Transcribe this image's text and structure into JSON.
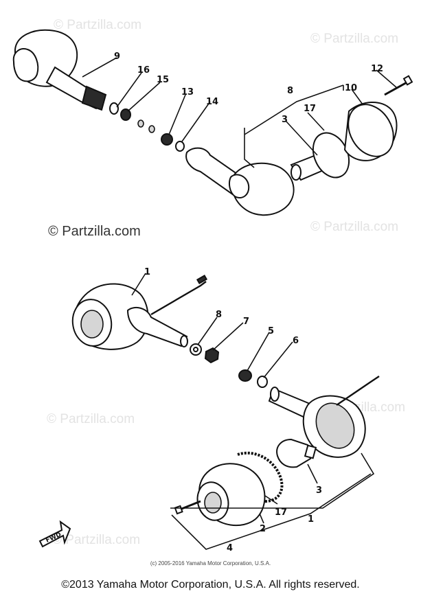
{
  "watermarks": [
    "© Partzilla.com",
    "© Partzilla.com",
    "© Partzilla.com",
    "© Partzilla.com",
    "© Partzilla.com",
    "© Partzilla.com",
    "© Partzilla.com"
  ],
  "callouts": {
    "upper": [
      "9",
      "16",
      "15",
      "13",
      "14",
      "8",
      "17",
      "3",
      "10",
      "12"
    ],
    "lower": [
      "1",
      "8",
      "7",
      "5",
      "6",
      "3",
      "17",
      "1",
      "2",
      "4"
    ]
  },
  "fwd_label": "FWD",
  "copyright_small": "(c) 2005-2016 Yamaha Motor Corporation, U.S.A.",
  "copyright": "©2013 Yamaha Motor Corporation, U.S.A. All rights reserved."
}
